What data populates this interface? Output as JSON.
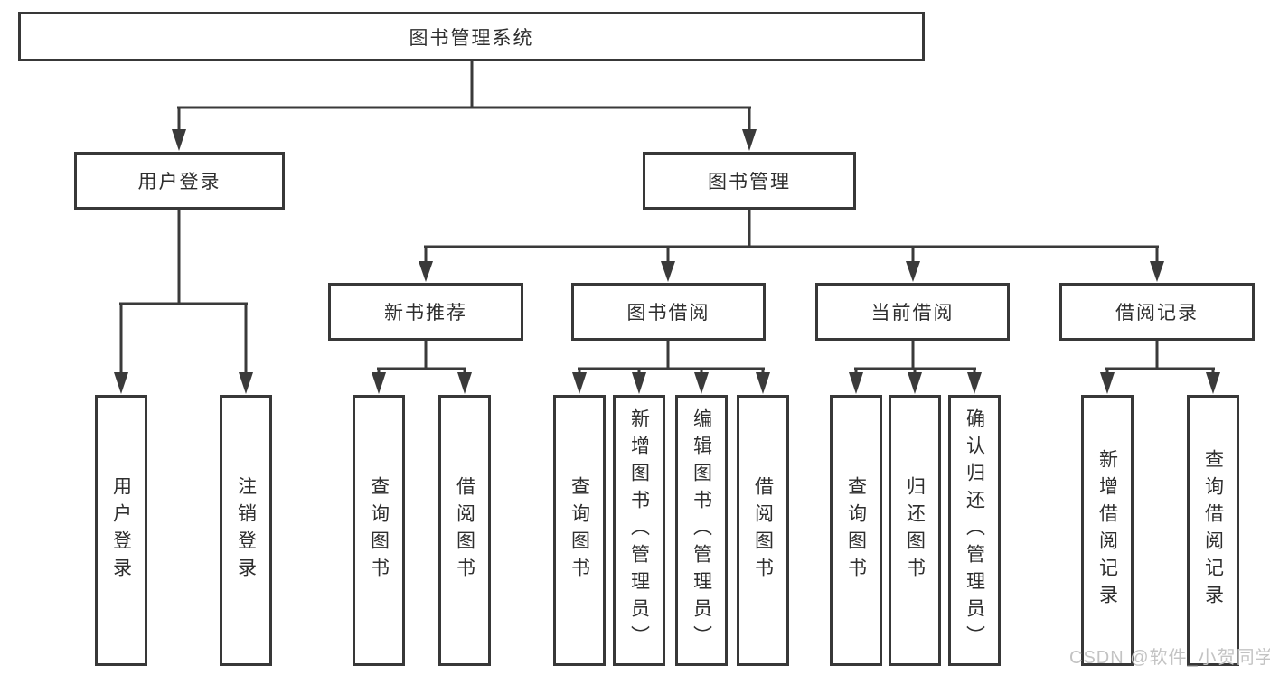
{
  "tree": {
    "root": "图书管理系统",
    "user_login": {
      "label": "用户登录",
      "children": [
        "用户登录",
        "注销登录"
      ]
    },
    "book_management": {
      "label": "图书管理"
    },
    "new_book_recommend": {
      "label": "新书推荐",
      "children": [
        "查询图书",
        "借阅图书"
      ]
    },
    "book_borrow": {
      "label": "图书借阅",
      "children": [
        "查询图书",
        "新增图书（管理员）",
        "编辑图书（管理员）",
        "借阅图书"
      ]
    },
    "current_borrow": {
      "label": "当前借阅",
      "children": [
        "查询图书",
        "归还图书",
        "确认归还（管理员）"
      ]
    },
    "borrow_records": {
      "label": "借阅记录",
      "children": [
        "新增借阅记录",
        "查询借阅记录"
      ]
    }
  },
  "watermark": {
    "text": "CSDN @软件_小贺同学",
    "color": "#c3c3c3"
  },
  "colors": {
    "line": "#3a3a3a",
    "border": "#383838",
    "text": "#2e2e2e",
    "background": "#ffffff"
  }
}
